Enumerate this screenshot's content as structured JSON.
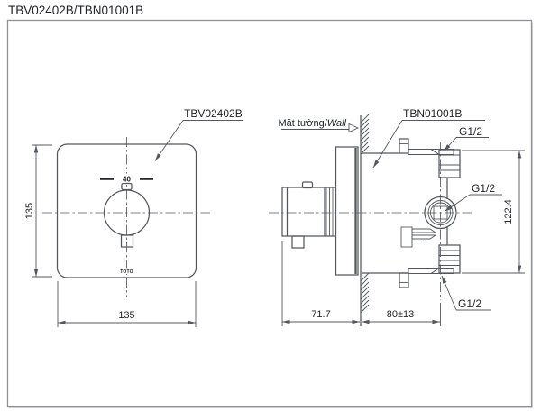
{
  "title": "TBV02402B/TBN01001B",
  "front_view": {
    "part_label": "TBV02402B",
    "knob_temp_marking": "40",
    "brand_logo": "TOTO",
    "dim_height_mm": "135",
    "dim_width_mm": "135"
  },
  "side_view": {
    "part_label": "TBN01001B",
    "wall_label_vi": "Mặt tường/",
    "wall_label_en": "Wall",
    "port_top": "G1/2",
    "port_middle": "G1/2",
    "port_bottom": "G1/2",
    "dim_port_span_mm": "122.4",
    "dim_handle_projection_mm": "71.7",
    "dim_embed_depth_mm": "80±13"
  },
  "colors": {
    "line": "#54585e",
    "text": "#222428",
    "border": "#8f9296",
    "bg": "#ffffff"
  }
}
